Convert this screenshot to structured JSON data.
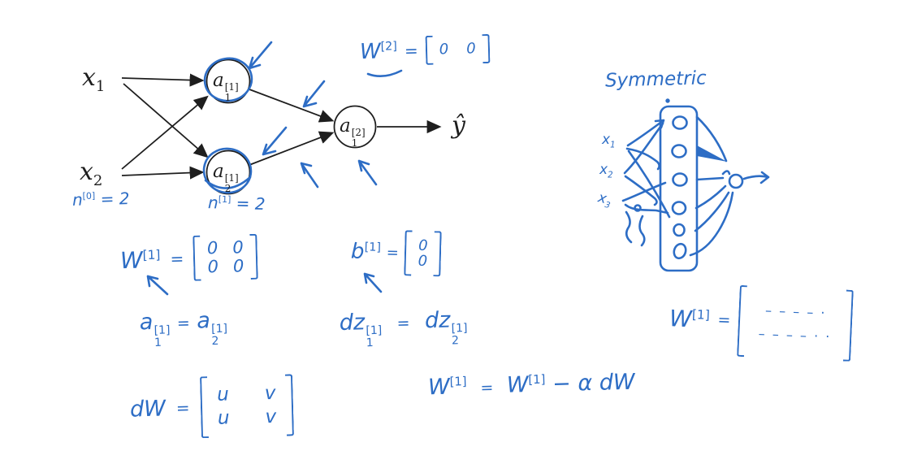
{
  "colors": {
    "ink_blue": "#2d6dc5",
    "ink_black": "#1e1e1e"
  },
  "network": {
    "input1": {
      "base": "x",
      "sub": "1"
    },
    "input2": {
      "base": "x",
      "sub": "2"
    },
    "hidden1": {
      "base": "a",
      "sub": "1",
      "sup": "[1]"
    },
    "hidden2": {
      "base": "a",
      "sub": "2",
      "sup": "[1]"
    },
    "output": {
      "base": "a",
      "sub": "1",
      "sup": "[2]"
    },
    "prediction": "ŷ"
  },
  "notes": {
    "n0": {
      "base": "n",
      "sup": "[0]",
      "rhs": "= 2"
    },
    "n1": {
      "base": "n",
      "sup": "[1]",
      "rhs": "= 2"
    }
  },
  "formulas": {
    "w2": {
      "lhs": "W",
      "sup": "[2]",
      "eq": "=",
      "cells": [
        [
          "0",
          "0"
        ]
      ]
    },
    "w1": {
      "lhs": "W",
      "sup": "[1]",
      "eq": "=",
      "cells": [
        [
          "0",
          "0"
        ],
        [
          "0",
          "0"
        ]
      ]
    },
    "b1": {
      "lhs": "b",
      "sup": "[1]",
      "eq": "=",
      "cells": [
        [
          "0"
        ],
        [
          "0"
        ]
      ]
    },
    "a_eq": {
      "l_base": "a",
      "l_sub": "1",
      "l_sup": "[1]",
      "eq": "=",
      "r_base": "a",
      "r_sub": "2",
      "r_sup": "[1]"
    },
    "dz_eq": {
      "l_base": "dz",
      "l_sub": "1",
      "l_sup": "[1]",
      "eq": "=",
      "r_base": "dz",
      "r_sub": "2",
      "r_sup": "[1]"
    },
    "dw": {
      "lhs": "dW",
      "eq": "=",
      "cells": [
        [
          "u",
          "v"
        ],
        [
          "u",
          "v"
        ]
      ]
    },
    "update": {
      "t1": "W",
      "s1": "[1]",
      "eq": "=",
      "t2": "W",
      "s2": "[1]",
      "t3": "− α dW"
    }
  },
  "right_panel": {
    "title": "Symmetric",
    "inputs": [
      {
        "base": "x",
        "sub": "1"
      },
      {
        "base": "x",
        "sub": "2"
      },
      {
        "base": "x",
        "sub": "3"
      }
    ],
    "neuron_count": 6,
    "w1r": {
      "lhs": "W",
      "sup": "[1]",
      "eq": "=",
      "rows": [
        "– – – –  ·",
        "– – – –  ·  ·"
      ]
    }
  }
}
